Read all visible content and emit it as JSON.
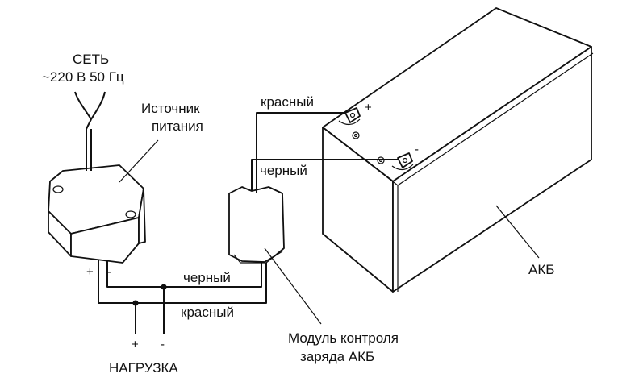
{
  "labels": {
    "mains_line1": "СЕТЬ",
    "mains_line2": "~220 В 50 Гц",
    "psu_line1": "Источник",
    "psu_line2": "питания",
    "wire_red_top": "красный",
    "wire_black_top": "черный",
    "wire_black_bottom": "черный",
    "wire_red_bottom": "красный",
    "module_line1": "Модуль контроля",
    "module_line2": "заряда АКБ",
    "battery": "АКБ",
    "load": "НАГРУЗКА"
  },
  "polarity": {
    "battery_plus": "+",
    "battery_minus": "-",
    "psu_plus": "+",
    "psu_minus": "-",
    "load_plus": "+",
    "load_minus": "-"
  },
  "colors": {
    "line": "#111111",
    "background": "#ffffff"
  }
}
